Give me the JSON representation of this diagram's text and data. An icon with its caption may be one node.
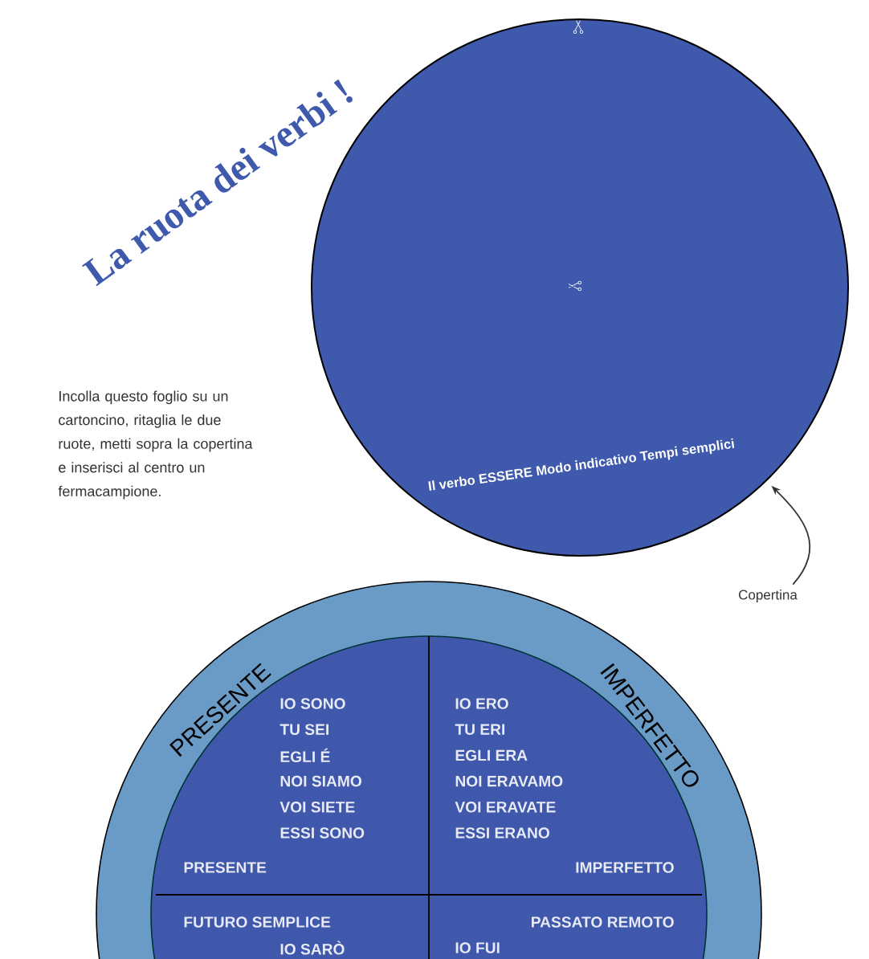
{
  "diagram": {
    "title": "La ruota dei verbi !",
    "nodes": [
      {
        "text": [
          "Il verbo ESSERE Modo indicativo Tempi semplici"
        ]
      },
      {
        "text": [
          "Copertina"
        ]
      },
      {
        "text": [
          "PRESENTE",
          "IMPERFETTO"
        ]
      },
      {
        "text": [
          "IO SONO",
          "TU SEI",
          "EGLI É",
          "NOI SIAMO",
          "VOI SIETE",
          "ESSI SONO",
          "PRESENTE"
        ],
        "in": 2
      },
      {
        "text": [
          "IO ERO",
          "TU ERI",
          "EGLI ERA",
          "NOI ERAVAMO",
          "VOI ERAVATE",
          "ESSI ERANO",
          "IMPERFETTO"
        ],
        "in": 2
      },
      {
        "text": [
          "FUTURO SEMPLICE",
          "IO SARÒ"
        ],
        "in": 2
      },
      {
        "text": [
          "PASSATO REMOTO",
          "IO FUI"
        ],
        "in": 2
      }
    ],
    "edges": [
      {
        "from": 1,
        "to": 0,
        "arrow": "to"
      }
    ],
    "labels": [
      "Incolla questo foglio su un cartoncino, ritaglia le due ruote, metti sopra la copertina e inserisci al centro un fermacampione."
    ]
  }
}
